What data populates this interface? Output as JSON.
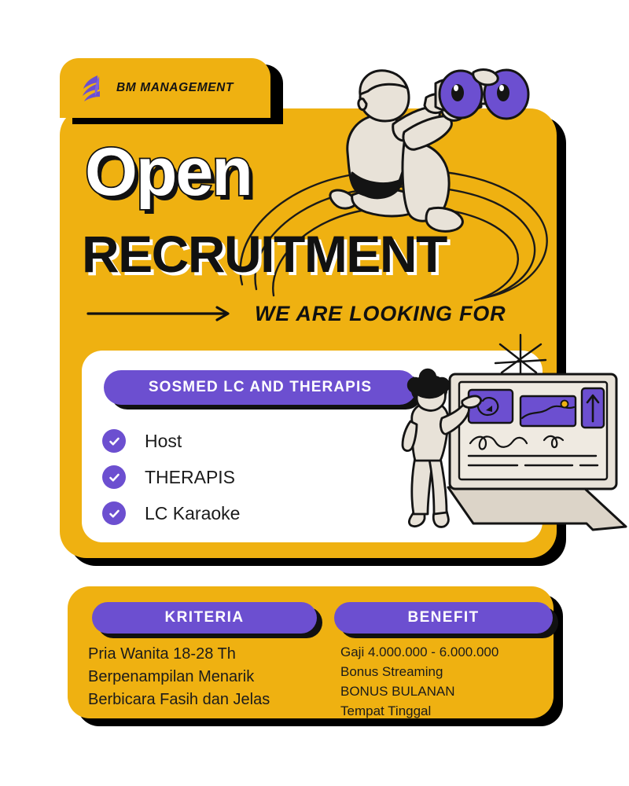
{
  "colors": {
    "yellow": "#EFB111",
    "purple": "#6C4FD0",
    "black": "#111111",
    "white": "#FFFFFF",
    "skin": "#E8E2D8"
  },
  "header": {
    "brand_name": "BM MANAGEMENT",
    "logo_icon": "bm-flame-logo-icon"
  },
  "hero": {
    "line1": "Open",
    "line2": "RECRUITMENT",
    "tagline": "WE ARE LOOKING FOR",
    "arrow_icon": "long-right-arrow-icon"
  },
  "positions_card": {
    "pill_label": "SOSMED LC AND THERAPIS",
    "items": [
      {
        "label": "Host",
        "icon": "check-circle-icon"
      },
      {
        "label": "THERAPIS",
        "icon": "check-circle-icon"
      },
      {
        "label": "LC Karaoke",
        "icon": "check-circle-icon"
      }
    ]
  },
  "illustrations": {
    "binoculars": "person-with-binoculars-illustration",
    "laptop": "person-pointing-at-laptop-illustration",
    "loops": "swirl-loops-decoration",
    "starburst": "starburst-sparkle-icon",
    "screen_swirl": "swirl-glyph-icon",
    "screen_landscape": "landscape-with-sun-icon",
    "screen_arrow": "up-arrow-icon"
  },
  "kriteria": {
    "title": "KRITERIA",
    "items": [
      "Pria Wanita 18-28 Th",
      "Berpenampilan Menarik",
      "Berbicara Fasih dan Jelas"
    ]
  },
  "benefit": {
    "title": "BENEFIT",
    "items": [
      "Gaji 4.000.000 - 6.000.000",
      "Bonus Streaming",
      "BONUS BULANAN",
      "Tempat Tinggal"
    ]
  }
}
